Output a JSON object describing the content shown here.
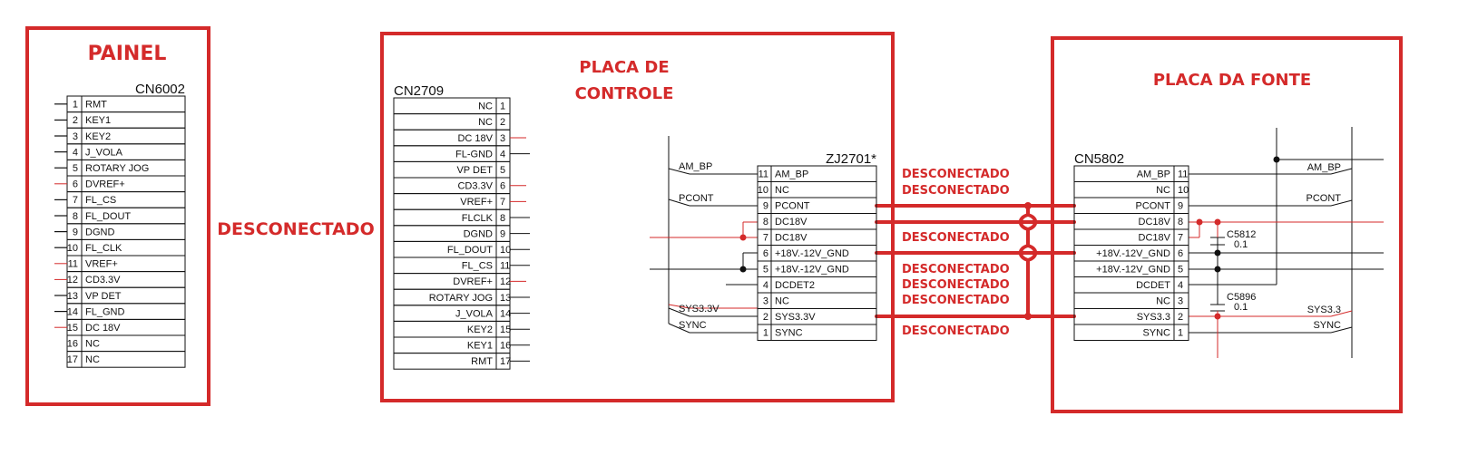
{
  "titles": {
    "painel": "PAINEL",
    "placa_controle_1": "PLACA DE",
    "placa_controle_2": "CONTROLE",
    "placa_fonte": "PLACA DA FONTE",
    "middle_disconnect": "DESCONECTADO"
  },
  "connectors": {
    "cn6002": {
      "name": "CN6002",
      "pins": [
        {
          "n": "1",
          "label": "RMT",
          "wire": "black"
        },
        {
          "n": "2",
          "label": "KEY1",
          "wire": "black"
        },
        {
          "n": "3",
          "label": "KEY2",
          "wire": "black"
        },
        {
          "n": "4",
          "label": "J_VOLA",
          "wire": "black"
        },
        {
          "n": "5",
          "label": "ROTARY JOG",
          "wire": "black"
        },
        {
          "n": "6",
          "label": "DVREF+",
          "wire": "red"
        },
        {
          "n": "7",
          "label": "FL_CS",
          "wire": "black"
        },
        {
          "n": "8",
          "label": "FL_DOUT",
          "wire": "black"
        },
        {
          "n": "9",
          "label": "DGND",
          "wire": "black"
        },
        {
          "n": "10",
          "label": "FL_CLK",
          "wire": "black"
        },
        {
          "n": "11",
          "label": "VREF+",
          "wire": "red"
        },
        {
          "n": "12",
          "label": "CD3.3V",
          "wire": "red"
        },
        {
          "n": "13",
          "label": "VP DET",
          "wire": "black"
        },
        {
          "n": "14",
          "label": "FL_GND",
          "wire": "black"
        },
        {
          "n": "15",
          "label": "DC 18V",
          "wire": "red"
        },
        {
          "n": "16",
          "label": "NC",
          "wire": "none"
        },
        {
          "n": "17",
          "label": "NC",
          "wire": "none"
        }
      ]
    },
    "cn2709": {
      "name": "CN2709",
      "pins": [
        {
          "n": "1",
          "label": "NC",
          "wire": "none"
        },
        {
          "n": "2",
          "label": "NC",
          "wire": "none"
        },
        {
          "n": "3",
          "label": "DC 18V",
          "wire": "red"
        },
        {
          "n": "4",
          "label": "FL-GND",
          "wire": "black"
        },
        {
          "n": "5",
          "label": "VP DET",
          "wire": "none"
        },
        {
          "n": "6",
          "label": "CD3.3V",
          "wire": "red"
        },
        {
          "n": "7",
          "label": "VREF+",
          "wire": "red"
        },
        {
          "n": "8",
          "label": "FLCLK",
          "wire": "black"
        },
        {
          "n": "9",
          "label": "DGND",
          "wire": "black"
        },
        {
          "n": "10",
          "label": "FL_DOUT",
          "wire": "black"
        },
        {
          "n": "11",
          "label": "FL_CS",
          "wire": "black"
        },
        {
          "n": "12",
          "label": "DVREF+",
          "wire": "red"
        },
        {
          "n": "13",
          "label": "ROTARY JOG",
          "wire": "black"
        },
        {
          "n": "14",
          "label": "J_VOLA",
          "wire": "black"
        },
        {
          "n": "15",
          "label": "KEY2",
          "wire": "black"
        },
        {
          "n": "16",
          "label": "KEY1",
          "wire": "black"
        },
        {
          "n": "17",
          "label": "RMT",
          "wire": "black"
        }
      ]
    },
    "zj2701": {
      "name": "ZJ2701*",
      "pins": [
        {
          "n": "11",
          "label": "AM_BP"
        },
        {
          "n": "10",
          "label": "NC"
        },
        {
          "n": "9",
          "label": "PCONT"
        },
        {
          "n": "8",
          "label": "DC18V"
        },
        {
          "n": "7",
          "label": "DC18V"
        },
        {
          "n": "6",
          "label": "+18V.-12V_GND"
        },
        {
          "n": "5",
          "label": "+18V.-12V_GND"
        },
        {
          "n": "4",
          "label": "DCDET2"
        },
        {
          "n": "3",
          "label": "NC"
        },
        {
          "n": "2",
          "label": "SYS3.3V"
        },
        {
          "n": "1",
          "label": "SYNC"
        }
      ]
    },
    "cn5802": {
      "name": "CN5802",
      "pins": [
        {
          "n": "11",
          "label": "AM_BP"
        },
        {
          "n": "10",
          "label": "NC"
        },
        {
          "n": "9",
          "label": "PCONT"
        },
        {
          "n": "8",
          "label": "DC18V"
        },
        {
          "n": "7",
          "label": "DC18V"
        },
        {
          "n": "6",
          "label": "+18V.-12V_GND"
        },
        {
          "n": "5",
          "label": "+18V.-12V_GND"
        },
        {
          "n": "4",
          "label": "DCDET"
        },
        {
          "n": "3",
          "label": "NC"
        },
        {
          "n": "2",
          "label": "SYS3.3"
        },
        {
          "n": "1",
          "label": "SYNC"
        }
      ]
    }
  },
  "zj_nets": {
    "am_bp": "AM_BP",
    "pcont": "PCONT",
    "sys33v": "SYS3.3V",
    "sync": "SYNC"
  },
  "cn5802_nets": {
    "am_bp": "AM_BP",
    "pcont": "PCONT",
    "sys33": "SYS3.3",
    "sync": "SYNC"
  },
  "capacitors": [
    {
      "ref": "C5812",
      "value": "0.1"
    },
    {
      "ref": "C5896",
      "value": "0.1"
    }
  ],
  "disconnect_labels": [
    "DESCONECTADO",
    "DESCONECTADO",
    "DESCONECTADO",
    "DESCONECTADO",
    "DESCONECTADO",
    "DESCONECTADO",
    "DESCONECTADO"
  ],
  "colors": {
    "frame_red": "#d42a2a",
    "wire_red": "#d42a2a",
    "ink": "#111111"
  }
}
